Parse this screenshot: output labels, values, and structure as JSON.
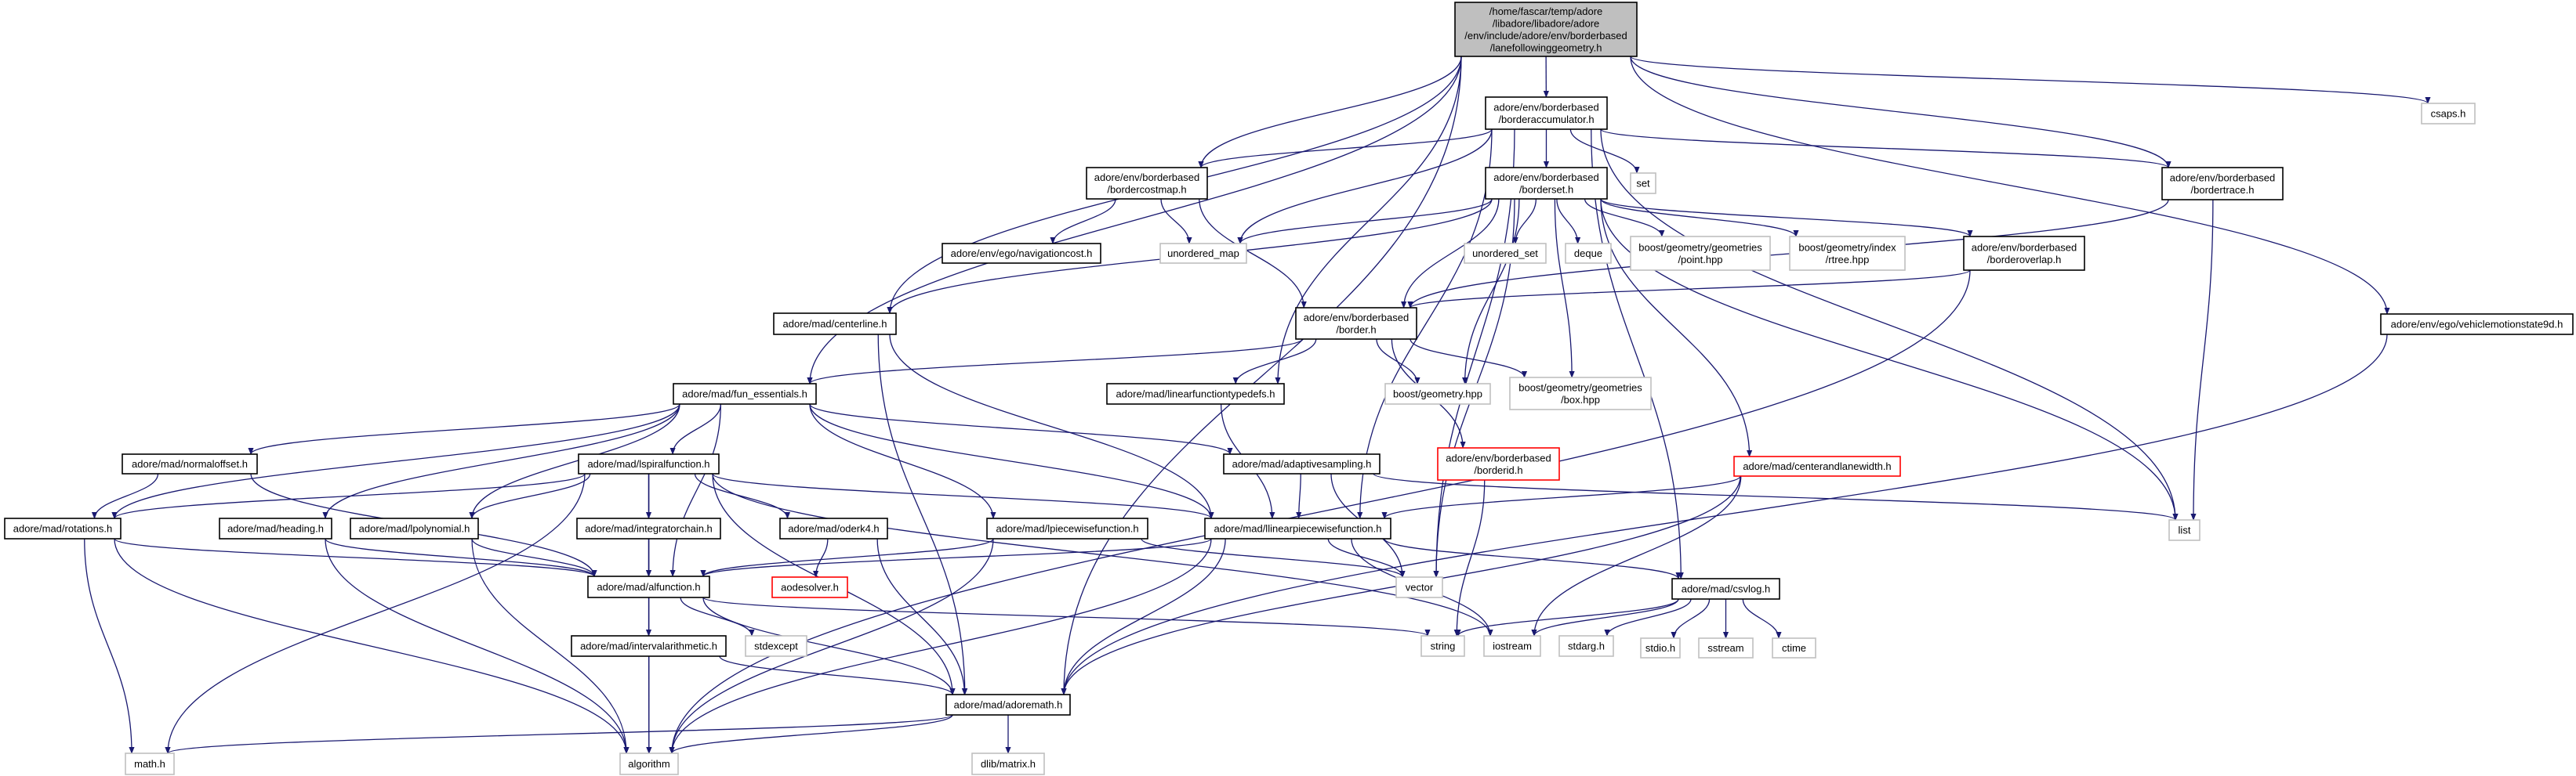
{
  "colors": {
    "edge": "#191970",
    "normal_border": "#000000",
    "external_border": "#bfbfbf",
    "missing_border": "#ff0000",
    "root_fill": "#bfbfbf"
  },
  "nodes": [
    {
      "id": "root",
      "lines": [
        "/home/fascar/temp/adore",
        "/libadore/libadore/adore",
        "/env/include/adore/env/borderbased",
        "/lanefollowinggeometry.h"
      ],
      "kind": "root"
    },
    {
      "id": "borderaccumulator",
      "lines": [
        "adore/env/borderbased",
        "/borderaccumulator.h"
      ],
      "kind": "normal"
    },
    {
      "id": "bordercostmap",
      "lines": [
        "adore/env/borderbased",
        "/bordercostmap.h"
      ],
      "kind": "normal"
    },
    {
      "id": "borderset",
      "lines": [
        "adore/env/borderbased",
        "/borderset.h"
      ],
      "kind": "normal"
    },
    {
      "id": "set",
      "lines": [
        "set"
      ],
      "kind": "external"
    },
    {
      "id": "navigationcost",
      "lines": [
        "adore/env/ego/navigationcost.h"
      ],
      "kind": "normal"
    },
    {
      "id": "unordered_map",
      "lines": [
        "unordered_map"
      ],
      "kind": "external"
    },
    {
      "id": "unordered_set",
      "lines": [
        "unordered_set"
      ],
      "kind": "external"
    },
    {
      "id": "deque",
      "lines": [
        "deque"
      ],
      "kind": "external"
    },
    {
      "id": "point",
      "lines": [
        "boost/geometry/geometries",
        "/point.hpp"
      ],
      "kind": "external"
    },
    {
      "id": "rtree",
      "lines": [
        "boost/geometry/index",
        "/rtree.hpp"
      ],
      "kind": "external"
    },
    {
      "id": "borderoverlap",
      "lines": [
        "adore/env/borderbased",
        "/borderoverlap.h"
      ],
      "kind": "normal"
    },
    {
      "id": "bordertrace",
      "lines": [
        "adore/env/borderbased",
        "/bordertrace.h"
      ],
      "kind": "normal"
    },
    {
      "id": "csaps",
      "lines": [
        "csaps.h"
      ],
      "kind": "external"
    },
    {
      "id": "vehiclemotionstate9d",
      "lines": [
        "adore/env/ego/vehiclemotionstate9d.h"
      ],
      "kind": "normal"
    },
    {
      "id": "centerline",
      "lines": [
        "adore/mad/centerline.h"
      ],
      "kind": "normal"
    },
    {
      "id": "border",
      "lines": [
        "adore/env/borderbased",
        "/border.h"
      ],
      "kind": "normal"
    },
    {
      "id": "fun_essentials",
      "lines": [
        "adore/mad/fun_essentials.h"
      ],
      "kind": "normal"
    },
    {
      "id": "linearfunctiontypedefs",
      "lines": [
        "adore/mad/linearfunctiontypedefs.h"
      ],
      "kind": "normal"
    },
    {
      "id": "geometry",
      "lines": [
        "boost/geometry.hpp"
      ],
      "kind": "external"
    },
    {
      "id": "box",
      "lines": [
        "boost/geometry/geometries",
        "/box.hpp"
      ],
      "kind": "external"
    },
    {
      "id": "normaloffset",
      "lines": [
        "adore/mad/normaloffset.h"
      ],
      "kind": "normal"
    },
    {
      "id": "lspiralfunction",
      "lines": [
        "adore/mad/lspiralfunction.h"
      ],
      "kind": "normal"
    },
    {
      "id": "adaptivesampling",
      "lines": [
        "adore/mad/adaptivesampling.h"
      ],
      "kind": "normal"
    },
    {
      "id": "borderid",
      "lines": [
        "adore/env/borderbased",
        "/borderid.h"
      ],
      "kind": "missing"
    },
    {
      "id": "centerandlanewidth",
      "lines": [
        "adore/mad/centerandlanewidth.h"
      ],
      "kind": "missing"
    },
    {
      "id": "list",
      "lines": [
        "list"
      ],
      "kind": "external"
    },
    {
      "id": "rotations",
      "lines": [
        "adore/mad/rotations.h"
      ],
      "kind": "normal"
    },
    {
      "id": "heading",
      "lines": [
        "adore/mad/heading.h"
      ],
      "kind": "normal"
    },
    {
      "id": "lpolynomial",
      "lines": [
        "adore/mad/lpolynomial.h"
      ],
      "kind": "normal"
    },
    {
      "id": "integratorchain",
      "lines": [
        "adore/mad/integratorchain.h"
      ],
      "kind": "normal"
    },
    {
      "id": "oderk4",
      "lines": [
        "adore/mad/oderk4.h"
      ],
      "kind": "normal"
    },
    {
      "id": "lpiecewisefunction",
      "lines": [
        "adore/mad/lpiecewisefunction.h"
      ],
      "kind": "normal"
    },
    {
      "id": "llinearpiecewisefunction",
      "lines": [
        "adore/mad/llinearpiecewisefunction.h"
      ],
      "kind": "normal"
    },
    {
      "id": "aodesolver",
      "lines": [
        "aodesolver.h"
      ],
      "kind": "missing"
    },
    {
      "id": "alfunction",
      "lines": [
        "adore/mad/alfunction.h"
      ],
      "kind": "normal"
    },
    {
      "id": "vector",
      "lines": [
        "vector"
      ],
      "kind": "external"
    },
    {
      "id": "csvlog",
      "lines": [
        "adore/mad/csvlog.h"
      ],
      "kind": "normal"
    },
    {
      "id": "intervalarithmetic",
      "lines": [
        "adore/mad/intervalarithmetic.h"
      ],
      "kind": "normal"
    },
    {
      "id": "stdexcept",
      "lines": [
        "stdexcept"
      ],
      "kind": "external"
    },
    {
      "id": "string",
      "lines": [
        "string"
      ],
      "kind": "external"
    },
    {
      "id": "iostream",
      "lines": [
        "iostream"
      ],
      "kind": "external"
    },
    {
      "id": "stdarg",
      "lines": [
        "stdarg.h"
      ],
      "kind": "external"
    },
    {
      "id": "stdio",
      "lines": [
        "stdio.h"
      ],
      "kind": "external"
    },
    {
      "id": "sstream",
      "lines": [
        "sstream"
      ],
      "kind": "external"
    },
    {
      "id": "ctime",
      "lines": [
        "ctime"
      ],
      "kind": "external"
    },
    {
      "id": "adoremath",
      "lines": [
        "adore/mad/adoremath.h"
      ],
      "kind": "normal"
    },
    {
      "id": "math",
      "lines": [
        "math.h"
      ],
      "kind": "external"
    },
    {
      "id": "algorithm",
      "lines": [
        "algorithm"
      ],
      "kind": "external"
    },
    {
      "id": "dlib",
      "lines": [
        "dlib/matrix.h"
      ],
      "kind": "external"
    }
  ],
  "edges": [
    [
      "root",
      "borderaccumulator"
    ],
    [
      "root",
      "bordercostmap"
    ],
    [
      "root",
      "centerline"
    ],
    [
      "root",
      "fun_essentials"
    ],
    [
      "root",
      "linearfunctiontypedefs"
    ],
    [
      "root",
      "bordertrace"
    ],
    [
      "root",
      "csaps"
    ],
    [
      "root",
      "vehiclemotionstate9d"
    ],
    [
      "root",
      "adoremath"
    ],
    [
      "borderaccumulator",
      "bordercostmap"
    ],
    [
      "borderaccumulator",
      "unordered_map"
    ],
    [
      "borderaccumulator",
      "borderset"
    ],
    [
      "borderaccumulator",
      "set"
    ],
    [
      "borderaccumulator",
      "list"
    ],
    [
      "borderaccumulator",
      "bordertrace"
    ],
    [
      "borderaccumulator",
      "csvlog"
    ],
    [
      "borderaccumulator",
      "vector"
    ],
    [
      "borderaccumulator",
      "llinearpiecewisefunction"
    ],
    [
      "bordercostmap",
      "navigationcost"
    ],
    [
      "bordercostmap",
      "unordered_map"
    ],
    [
      "bordercostmap",
      "border"
    ],
    [
      "borderset",
      "unordered_map"
    ],
    [
      "borderset",
      "unordered_set"
    ],
    [
      "borderset",
      "deque"
    ],
    [
      "borderset",
      "point"
    ],
    [
      "borderset",
      "rtree"
    ],
    [
      "borderset",
      "borderoverlap"
    ],
    [
      "borderset",
      "border"
    ],
    [
      "borderset",
      "geometry"
    ],
    [
      "borderset",
      "box"
    ],
    [
      "borderset",
      "centerline"
    ],
    [
      "borderset",
      "vector"
    ],
    [
      "borderset",
      "list"
    ],
    [
      "borderset",
      "centerandlanewidth"
    ],
    [
      "bordertrace",
      "border"
    ],
    [
      "bordertrace",
      "list"
    ],
    [
      "borderoverlap",
      "border"
    ],
    [
      "borderoverlap",
      "algorithm"
    ],
    [
      "border",
      "fun_essentials"
    ],
    [
      "border",
      "linearfunctiontypedefs"
    ],
    [
      "border",
      "geometry"
    ],
    [
      "border",
      "box"
    ],
    [
      "border",
      "borderid"
    ],
    [
      "centerline",
      "llinearpiecewisefunction"
    ],
    [
      "centerline",
      "adoremath"
    ],
    [
      "fun_essentials",
      "rotations"
    ],
    [
      "fun_essentials",
      "normaloffset"
    ],
    [
      "fun_essentials",
      "heading"
    ],
    [
      "fun_essentials",
      "lpolynomial"
    ],
    [
      "fun_essentials",
      "lspiralfunction"
    ],
    [
      "fun_essentials",
      "alfunction"
    ],
    [
      "fun_essentials",
      "lpiecewisefunction"
    ],
    [
      "fun_essentials",
      "llinearpiecewisefunction"
    ],
    [
      "fun_essentials",
      "adaptivesampling"
    ],
    [
      "linearfunctiontypedefs",
      "llinearpiecewisefunction"
    ],
    [
      "normaloffset",
      "rotations"
    ],
    [
      "normaloffset",
      "alfunction"
    ],
    [
      "lspiralfunction",
      "rotations"
    ],
    [
      "lspiralfunction",
      "math"
    ],
    [
      "lspiralfunction",
      "lpolynomial"
    ],
    [
      "lspiralfunction",
      "integratorchain"
    ],
    [
      "lspiralfunction",
      "oderk4"
    ],
    [
      "lspiralfunction",
      "alfunction"
    ],
    [
      "lspiralfunction",
      "algorithm"
    ],
    [
      "lspiralfunction",
      "adoremath"
    ],
    [
      "lspiralfunction",
      "llinearpiecewisefunction"
    ],
    [
      "lspiralfunction",
      "iostream"
    ],
    [
      "rotations",
      "math"
    ],
    [
      "rotations",
      "algorithm"
    ],
    [
      "rotations",
      "alfunction"
    ],
    [
      "heading",
      "alfunction"
    ],
    [
      "heading",
      "algorithm"
    ],
    [
      "lpolynomial",
      "alfunction"
    ],
    [
      "lpolynomial",
      "algorithm"
    ],
    [
      "integratorchain",
      "alfunction"
    ],
    [
      "oderk4",
      "aodesolver"
    ],
    [
      "oderk4",
      "adoremath"
    ],
    [
      "lpiecewisefunction",
      "alfunction"
    ],
    [
      "lpiecewisefunction",
      "vector"
    ],
    [
      "lpiecewisefunction",
      "algorithm"
    ],
    [
      "adaptivesampling",
      "llinearpiecewisefunction"
    ],
    [
      "adaptivesampling",
      "vector"
    ],
    [
      "adaptivesampling",
      "list"
    ],
    [
      "borderid",
      "string"
    ],
    [
      "centerandlanewidth",
      "llinearpiecewisefunction"
    ],
    [
      "centerandlanewidth",
      "iostream"
    ],
    [
      "centerandlanewidth",
      "adoremath"
    ],
    [
      "llinearpiecewisefunction",
      "alfunction"
    ],
    [
      "llinearpiecewisefunction",
      "vector"
    ],
    [
      "llinearpiecewisefunction",
      "csvlog"
    ],
    [
      "llinearpiecewisefunction",
      "iostream"
    ],
    [
      "llinearpiecewisefunction",
      "adoremath"
    ],
    [
      "llinearpiecewisefunction",
      "algorithm"
    ],
    [
      "alfunction",
      "intervalarithmetic"
    ],
    [
      "alfunction",
      "stdexcept"
    ],
    [
      "alfunction",
      "adoremath"
    ],
    [
      "alfunction",
      "string"
    ],
    [
      "intervalarithmetic",
      "algorithm"
    ],
    [
      "intervalarithmetic",
      "adoremath"
    ],
    [
      "csvlog",
      "string"
    ],
    [
      "csvlog",
      "iostream"
    ],
    [
      "csvlog",
      "stdarg"
    ],
    [
      "csvlog",
      "stdio"
    ],
    [
      "csvlog",
      "sstream"
    ],
    [
      "csvlog",
      "ctime"
    ],
    [
      "adoremath",
      "math"
    ],
    [
      "adoremath",
      "algorithm"
    ],
    [
      "adoremath",
      "dlib"
    ],
    [
      "vehiclemotionstate9d",
      "adoremath"
    ]
  ]
}
